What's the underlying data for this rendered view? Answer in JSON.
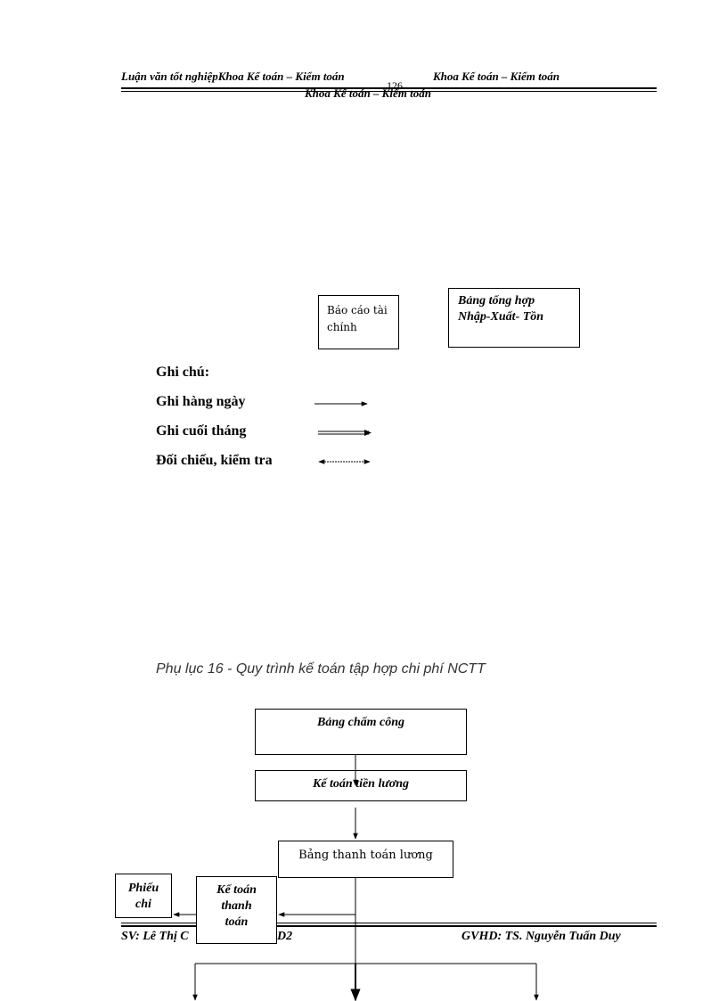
{
  "header": {
    "left": "Luận văn tốt nghiệpKhoa Kế toán – Kiểm toán",
    "right": "Khoa Kế toán – Kiểm toán",
    "center": "Khoa Kế toán – Kiểm toán",
    "page_number": "126"
  },
  "top_diagram": {
    "report_box": "Báo cáo tài chính",
    "summary_box": "Bảng tổng hợp Nhập-Xuất- Tồn"
  },
  "legend": {
    "title": "Ghi chú:",
    "items": [
      {
        "label": "Ghi hàng ngày",
        "style": "single-arrow"
      },
      {
        "label": "Ghi cuối tháng",
        "style": "double-arrow"
      },
      {
        "label": "Đối chiếu, kiểm tra",
        "style": "dotted-two-way-arrow"
      }
    ]
  },
  "appendix": {
    "caption": "Phụ lục 16 - Quy trình kế toán tập hợp chi phí NCTT"
  },
  "flow": {
    "timesheet": "Bảng chấm công",
    "payroll_accountant": "Kế toán tiền lương",
    "payroll_table": "Bảng thanh toán lương",
    "payment_accountant": "Kế toán thanh toán",
    "payment_voucher": "Phiếu chi"
  },
  "footer": {
    "left": "SV: Lê Thị C",
    "left_suffix": "D2",
    "right": "GVHD: TS. Nguyễn Tuấn Duy"
  }
}
